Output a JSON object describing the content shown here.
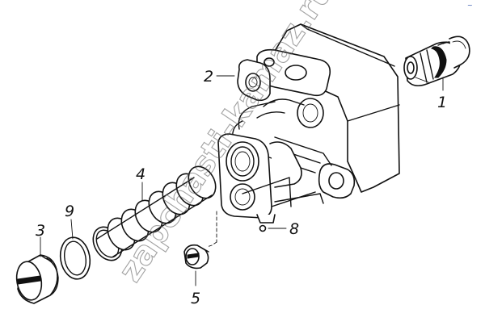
{
  "diagram": {
    "callouts": [
      "1",
      "2",
      "3",
      "4",
      "5",
      "8",
      "9"
    ],
    "watermark": "zapchasti-kamaz.ru"
  },
  "colors": {
    "line": "#111111",
    "background": "#ffffff",
    "corner_mark": "#2a4fa8"
  }
}
